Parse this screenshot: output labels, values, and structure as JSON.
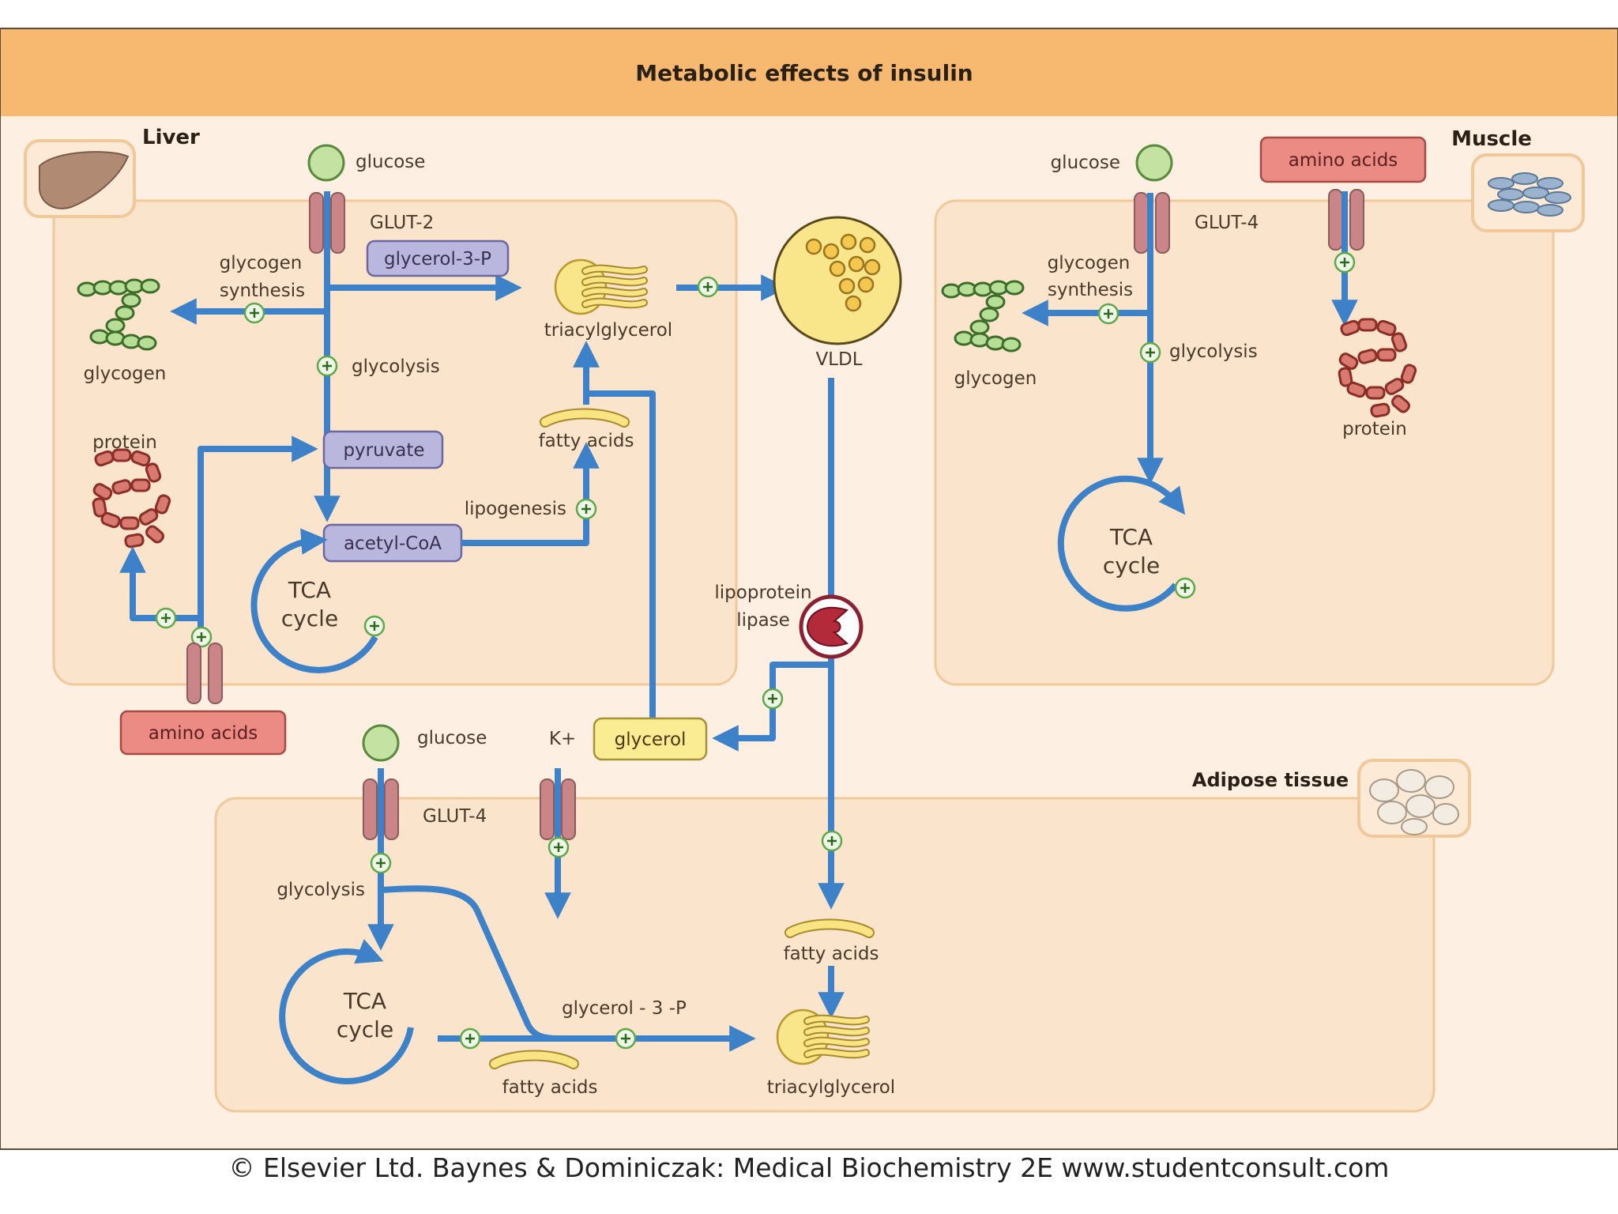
{
  "title": "Metabolic effects of insulin",
  "regions": {
    "liver": "Liver",
    "muscle": "Muscle",
    "adipose": "Adipose tissue"
  },
  "liver": {
    "glucose": "glucose",
    "transporter": "GLUT-2",
    "glycerol3p": "glycerol-3-P",
    "glycogen_synthesis_1": "glycogen",
    "glycogen_synthesis_2": "synthesis",
    "glycogen": "glycogen",
    "glycolysis": "glycolysis",
    "triacylglycerol": "triacylglycerol",
    "protein": "protein",
    "pyruvate": "pyruvate",
    "fatty_acids": "fatty acids",
    "lipogenesis": "lipogenesis",
    "acetyl_coa": "acetyl-CoA",
    "tca_1": "TCA",
    "tca_2": "cycle",
    "amino_acids": "amino acids"
  },
  "vldl": {
    "label": "VLDL",
    "lipase_1": "lipoprotein",
    "lipase_2": "lipase"
  },
  "muscle": {
    "glucose": "glucose",
    "transporter": "GLUT-4",
    "amino_acids": "amino acids",
    "glycogen_synthesis_1": "glycogen",
    "glycogen_synthesis_2": "synthesis",
    "glycogen": "glycogen",
    "glycolysis": "glycolysis",
    "protein": "protein",
    "tca_1": "TCA",
    "tca_2": "cycle"
  },
  "adipose": {
    "glucose": "glucose",
    "transporter": "GLUT-4",
    "potassium": "K+",
    "glycerol": "glycerol",
    "glycolysis": "glycolysis",
    "tca_1": "TCA",
    "tca_2": "cycle",
    "glycerol3p": "glycerol - 3 -P",
    "fatty_acids_left": "fatty acids",
    "fatty_acids_right": "fatty acids",
    "triacylglycerol": "triacylglycerol"
  },
  "footer": "© Elsevier Ltd. Baynes & Dominiczak: Medical Biochemistry 2E www.studentconsult.com",
  "colors": {
    "background": "#fdf0e2",
    "header": "#f6b96f",
    "panel": "#fbe4cc",
    "arrow": "#3d82c8",
    "metabolite_box": "#b9b7dd",
    "amino_box": "#ec8a84",
    "glycerol_box": "#f9ec92",
    "transporter": "#c98587",
    "glucose": "#c4e2a2"
  }
}
